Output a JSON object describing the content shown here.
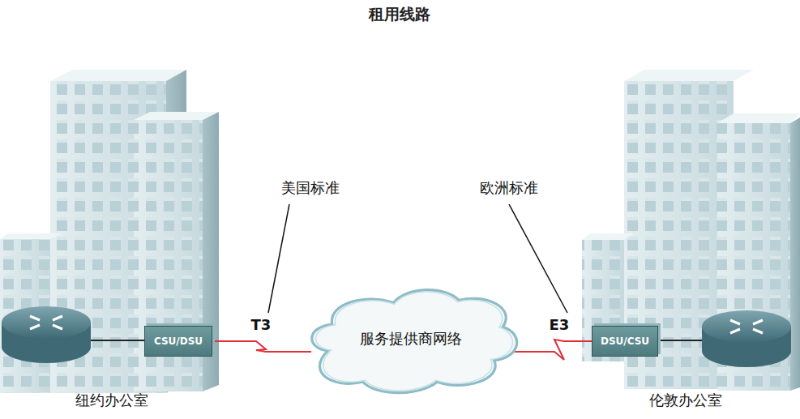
{
  "diagram": {
    "title": "租用线路",
    "nodes": [
      {
        "text": [
          "CSU/DSU"
        ]
      },
      {
        "text": [
          "服务提供商网络"
        ]
      },
      {
        "text": [
          "DSU/CSU"
        ]
      }
    ],
    "edges": [
      {
        "from": 0,
        "to": 1,
        "label": "T3",
        "arrow": "none"
      },
      {
        "from": 1,
        "to": 2,
        "label": "E3",
        "arrow": "none"
      }
    ],
    "labels": [
      "美国标准",
      "欧洲标准",
      "纽约办公室",
      "伦敦办公室"
    ]
  }
}
